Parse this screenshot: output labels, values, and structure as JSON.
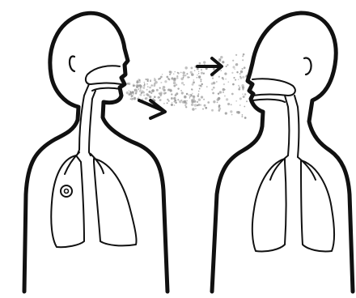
{
  "figure": {
    "kind": "line-drawing",
    "figures": [
      {
        "role": "source",
        "facing": "right",
        "highlight": "lung-lesion"
      },
      {
        "role": "recipient",
        "facing": "left"
      }
    ],
    "arrows": [
      {
        "direction": "right",
        "icon": "arrow-right-icon"
      },
      {
        "direction": "down-right",
        "icon": "arrow-down-right-icon"
      }
    ],
    "colors": {
      "ink": "#111111",
      "spray": "#9a9a9a",
      "background": "#ffffff"
    }
  }
}
